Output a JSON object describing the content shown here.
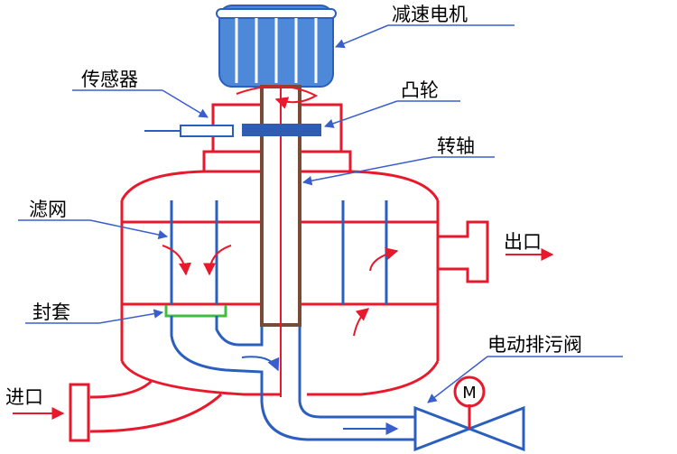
{
  "labels": {
    "motor": "减速电机",
    "sensor": "传感器",
    "cam": "凸轮",
    "shaft": "转轴",
    "filter": "滤网",
    "outlet": "出口",
    "seal": "封套",
    "valve": "电动排污阀",
    "inlet": "进口",
    "valve_symbol": "M"
  },
  "colors": {
    "vessel": "#e8192c",
    "pipe": "#2b5fbf",
    "shaft": "#7a4a35",
    "cam": "#2f5db3",
    "seal": "#3fbf3f",
    "motor_fill": "#4d89d8",
    "leader": "#3a5fcd"
  }
}
